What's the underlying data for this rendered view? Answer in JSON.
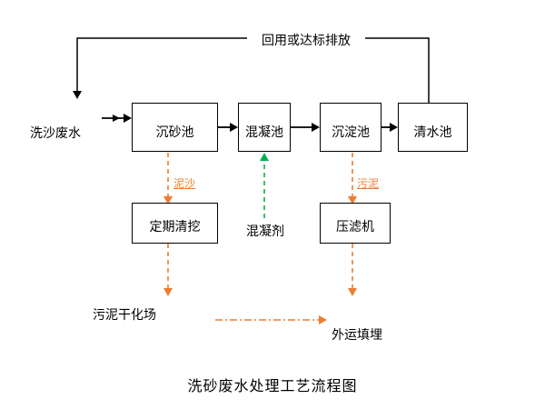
{
  "diagram": {
    "title": "洗砂废水处理工艺流程图",
    "influent_label": "洗沙废水",
    "reuse_label": "回用或达标排放",
    "boxes": {
      "grit": "沉砂池",
      "coagulation": "混凝池",
      "sedimentation": "沉淀池",
      "clearwater": "清水池",
      "dredging": "定期清挖",
      "filter_press": "压滤机"
    },
    "stream_labels": {
      "sediment": "泥沙",
      "sludge": "污泥",
      "coagulant": "混凝剂",
      "drying_field": "污泥干化场",
      "landfill": "外运填埋"
    },
    "colors": {
      "flow": "#000000",
      "sludge_flow": "#ED7D31",
      "coagulant_flow": "#00B050"
    }
  }
}
